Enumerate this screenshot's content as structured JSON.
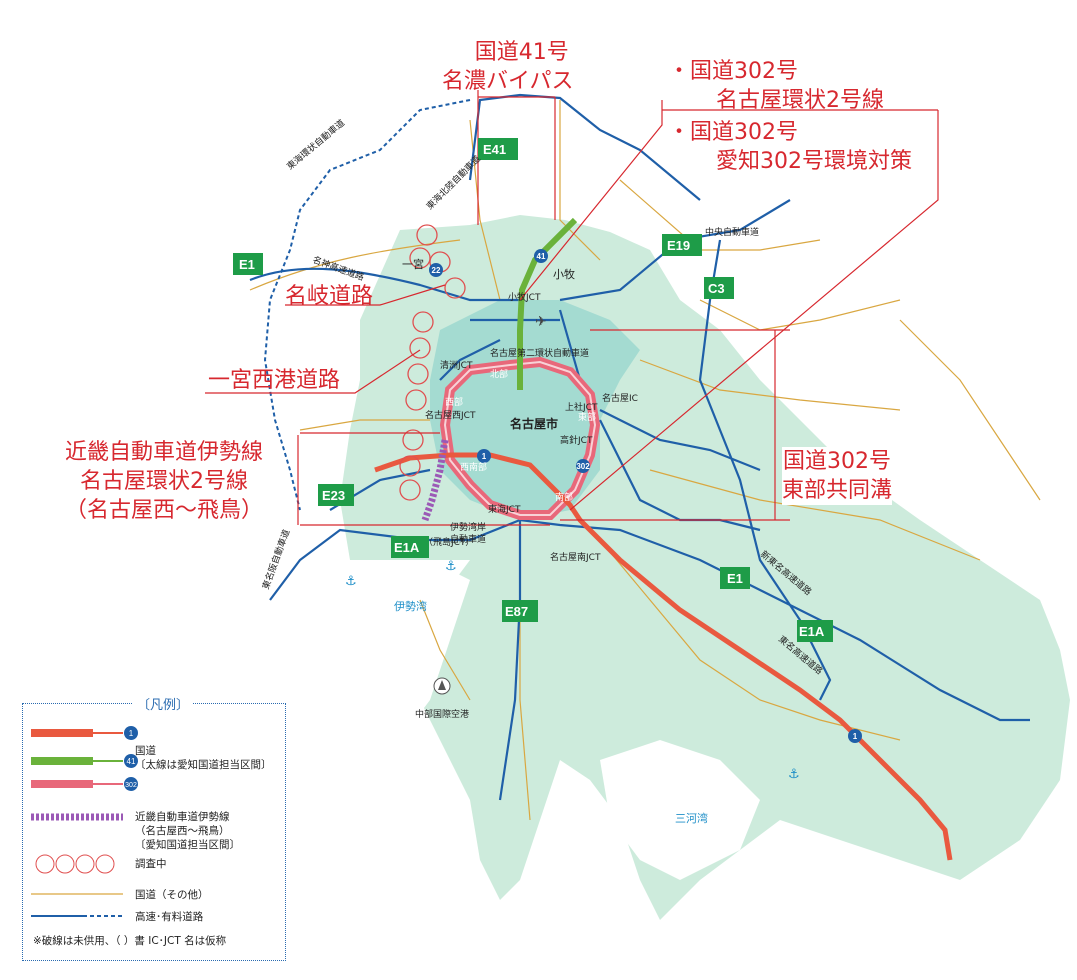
{
  "callouts": {
    "meino_line1": "国道41号",
    "meino_line2": "名濃バイパス",
    "r302a_line1": "国道302号",
    "r302a_line2": "名古屋環状2号線",
    "r302b_line1": "国道302号",
    "r302b_line2": "愛知302号環境対策",
    "meigi": "名岐道路",
    "ichinomiya": "一宮西港道路",
    "kinki_line1": "近畿自動車道伊勢線",
    "kinki_line2": "名古屋環状2号線",
    "kinki_line3": "（名古屋西～飛鳥）",
    "tobu_line1": "国道302号",
    "tobu_line2": "東部共同溝"
  },
  "route_shields": {
    "e41": "E41",
    "e19": "E19",
    "e1_west": "E1",
    "c3": "C3",
    "e23": "E23",
    "e1a_west": "E1A",
    "e87": "E87",
    "e1_east": "E1",
    "e1a_east": "E1A"
  },
  "road_labels": {
    "tokai_kanjo": "東海環状自動車道",
    "tokai_hokuriku": "東海北陸自動車道",
    "meishin": "名神高速道路",
    "chuo": "中央自動車道",
    "meinidai": "名古屋第二環状自動車道",
    "isewangan_1": "伊勢湾岸",
    "isewangan_2": "自動車道",
    "shintomei": "新東名高速道路",
    "tomei": "東名高速道路",
    "higashimeihan": "東名阪自動車道",
    "kitabu": "北部",
    "nishibu": "西部",
    "tobu": "東部",
    "nambu": "南部",
    "seibu_r": "西南部"
  },
  "place_labels": {
    "ichinomiya": "一宮",
    "komaki": "小牧",
    "nagoya": "名古屋市",
    "isewan": "伊勢湾",
    "mikawawan": "三河湾",
    "airport": "中部国際空港",
    "kiyosu_jct": "清洲JCT",
    "komaki_jct": "小牧JCT",
    "kamiyashiro_jct": "上社JCT",
    "meitou_ic": "名古屋IC",
    "takabari_jct": "高針JCT",
    "nagoya_minami_jct": "名古屋南JCT",
    "tokai_jct": "東海JCT",
    "nagoya_nishi_jct": "名古屋西JCT",
    "tobishima_jct": "（飛島JCT）"
  },
  "shield_numbers": {
    "r22": "22",
    "r41": "41",
    "r1": "1",
    "r302": "302",
    "r1_east": "1"
  },
  "legend": {
    "title": "〔凡例〕",
    "national_road": "国道",
    "national_road_note": "〔太線は愛知国道担当区間〕",
    "r1": "1",
    "r41": "41",
    "r302": "302",
    "kinki_1": "近畿自動車道伊勢線",
    "kinki_2": "（名古屋西～飛鳥）",
    "kinki_3": "〔愛知国道担当区間〕",
    "survey": "調査中",
    "other_national": "国道（その他）",
    "expressway": "高速･有料道路",
    "note": "※破線は未供用、（ ）書 IC･JCT 名は仮称"
  },
  "colors": {
    "callout_red": "#d7282f",
    "land_green": "#9fd8bc",
    "urban_teal": "#7cc7c0",
    "expressway_blue": "#1f5fa8",
    "national_road_yellow": "#d9a741",
    "route1_red": "#e9593f",
    "route41_green": "#6ab23b",
    "route302_pink": "#e8687a",
    "kinki_purple": "#9b59b6",
    "shield_green": "#1e9c48"
  }
}
